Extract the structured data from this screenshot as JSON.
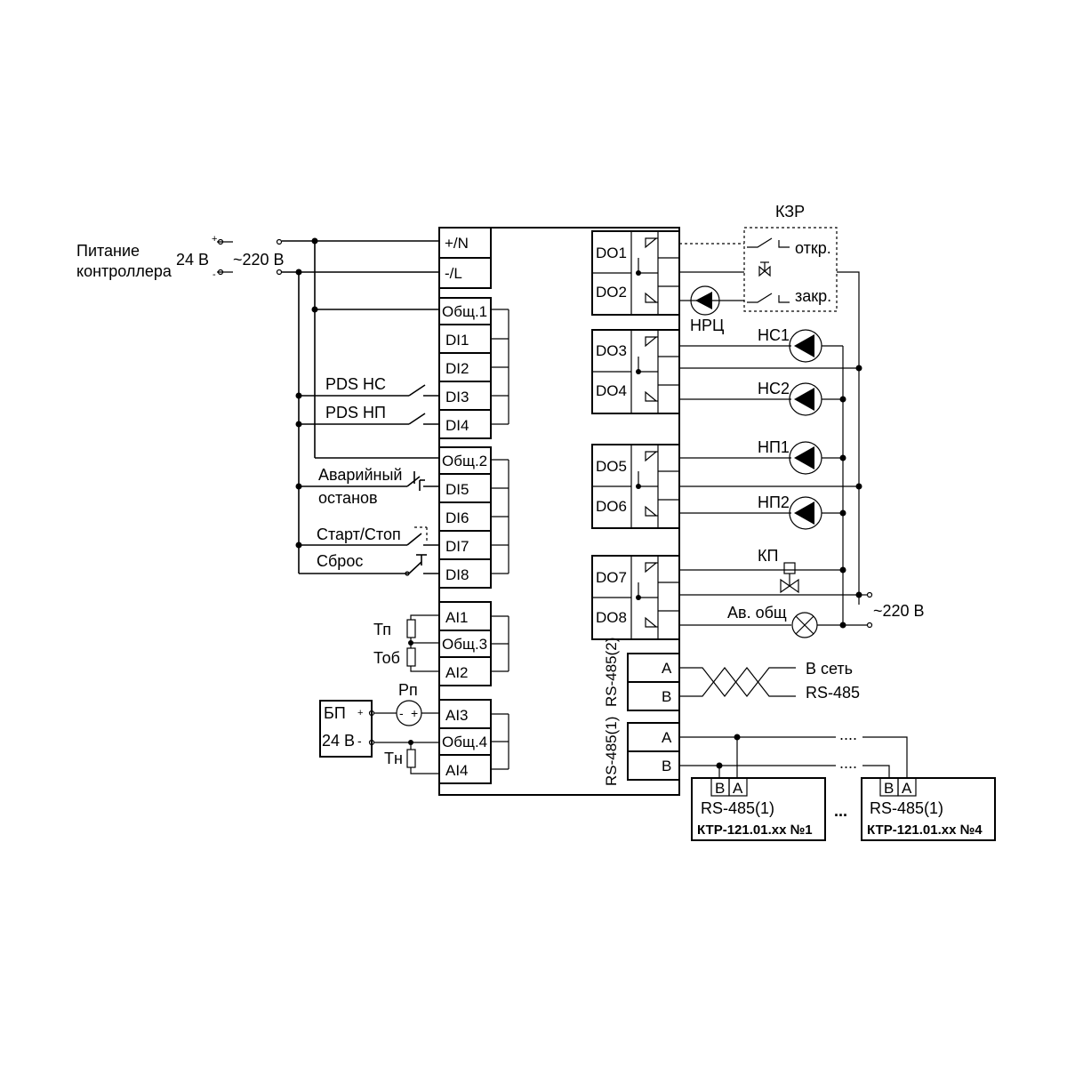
{
  "power": {
    "title_line1": "Питание",
    "title_line2": "контроллера",
    "dc": "24 В",
    "ac": "~220 В",
    "plus": "+",
    "minus": "-"
  },
  "controller": {
    "power_terminals": [
      "+/N",
      "-/L"
    ],
    "di_group1": [
      "Общ.1",
      "DI1",
      "DI2",
      "DI3",
      "DI4"
    ],
    "di_group2": [
      "Общ.2",
      "DI5",
      "DI6",
      "DI7",
      "DI8"
    ],
    "ai_group1": [
      "AI1",
      "Общ.3",
      "AI2"
    ],
    "ai_group2": [
      "AI3",
      "Общ.4",
      "AI4"
    ],
    "do_terminals": [
      "DO1",
      "DO2",
      "DO3",
      "DO4",
      "DO5",
      "DO6",
      "DO7",
      "DO8"
    ],
    "rs485_vertical_1": "RS-485(1)",
    "rs485_vertical_2": "RS-485(2)",
    "rs485_terminals": [
      "A",
      "B",
      "A",
      "B"
    ]
  },
  "inputs": {
    "pds_nc": "PDS НС",
    "pds_np": "PDS НП",
    "emergency_line1": "Аварийный",
    "emergency_line2": "останов",
    "start_stop": "Старт/Стоп",
    "reset": "Сброс",
    "t_supply": "Тп",
    "t_return": "Тоб",
    "t_outdoor": "Тн",
    "pressure": "Рп",
    "psu": "БП",
    "psu_voltage": "24 В",
    "psu_plus": "+",
    "psu_minus": "-"
  },
  "outputs": {
    "kzr": "КЗР",
    "open": "откр.",
    "close": "закр.",
    "nrc": "НРЦ",
    "nc1": "НС1",
    "nc2": "НС2",
    "np1": "НП1",
    "np2": "НП2",
    "kp": "КП",
    "alarm": "Ав. общ",
    "mains": "~220 В"
  },
  "network": {
    "net_line1": "В сеть",
    "net_line2": "RS-485",
    "dots": "....",
    "ellipsis": "...",
    "device1": {
      "b": "B",
      "a": "A",
      "port": "RS-485(1)",
      "name": "КТР-121.01.xx №1"
    },
    "device4": {
      "b": "B",
      "a": "A",
      "port": "RS-485(1)",
      "name": "КТР-121.01.xx №4"
    }
  }
}
